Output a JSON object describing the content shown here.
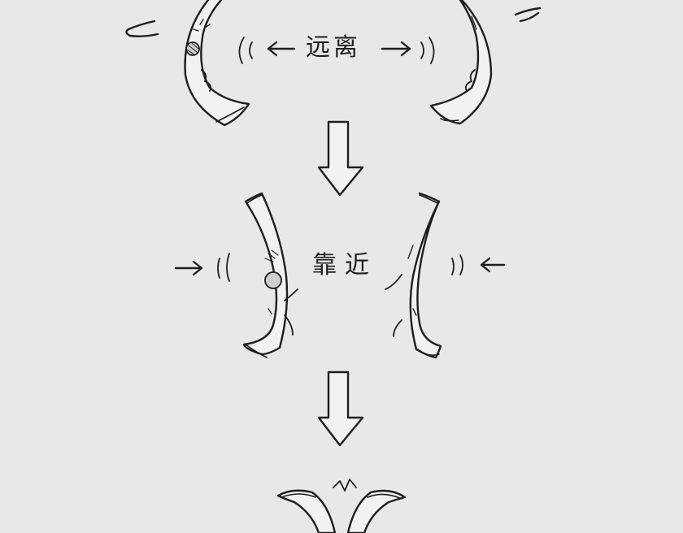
{
  "panels": {
    "apart": {
      "label": "远离"
    },
    "closer": {
      "label": "靠近"
    }
  },
  "colors": {
    "background": "#e8e8e8",
    "ink": "#1e1e1e"
  },
  "icons": {
    "flow_arrow": "down-outline-arrow",
    "motion_arrow": "thin-arrow"
  }
}
